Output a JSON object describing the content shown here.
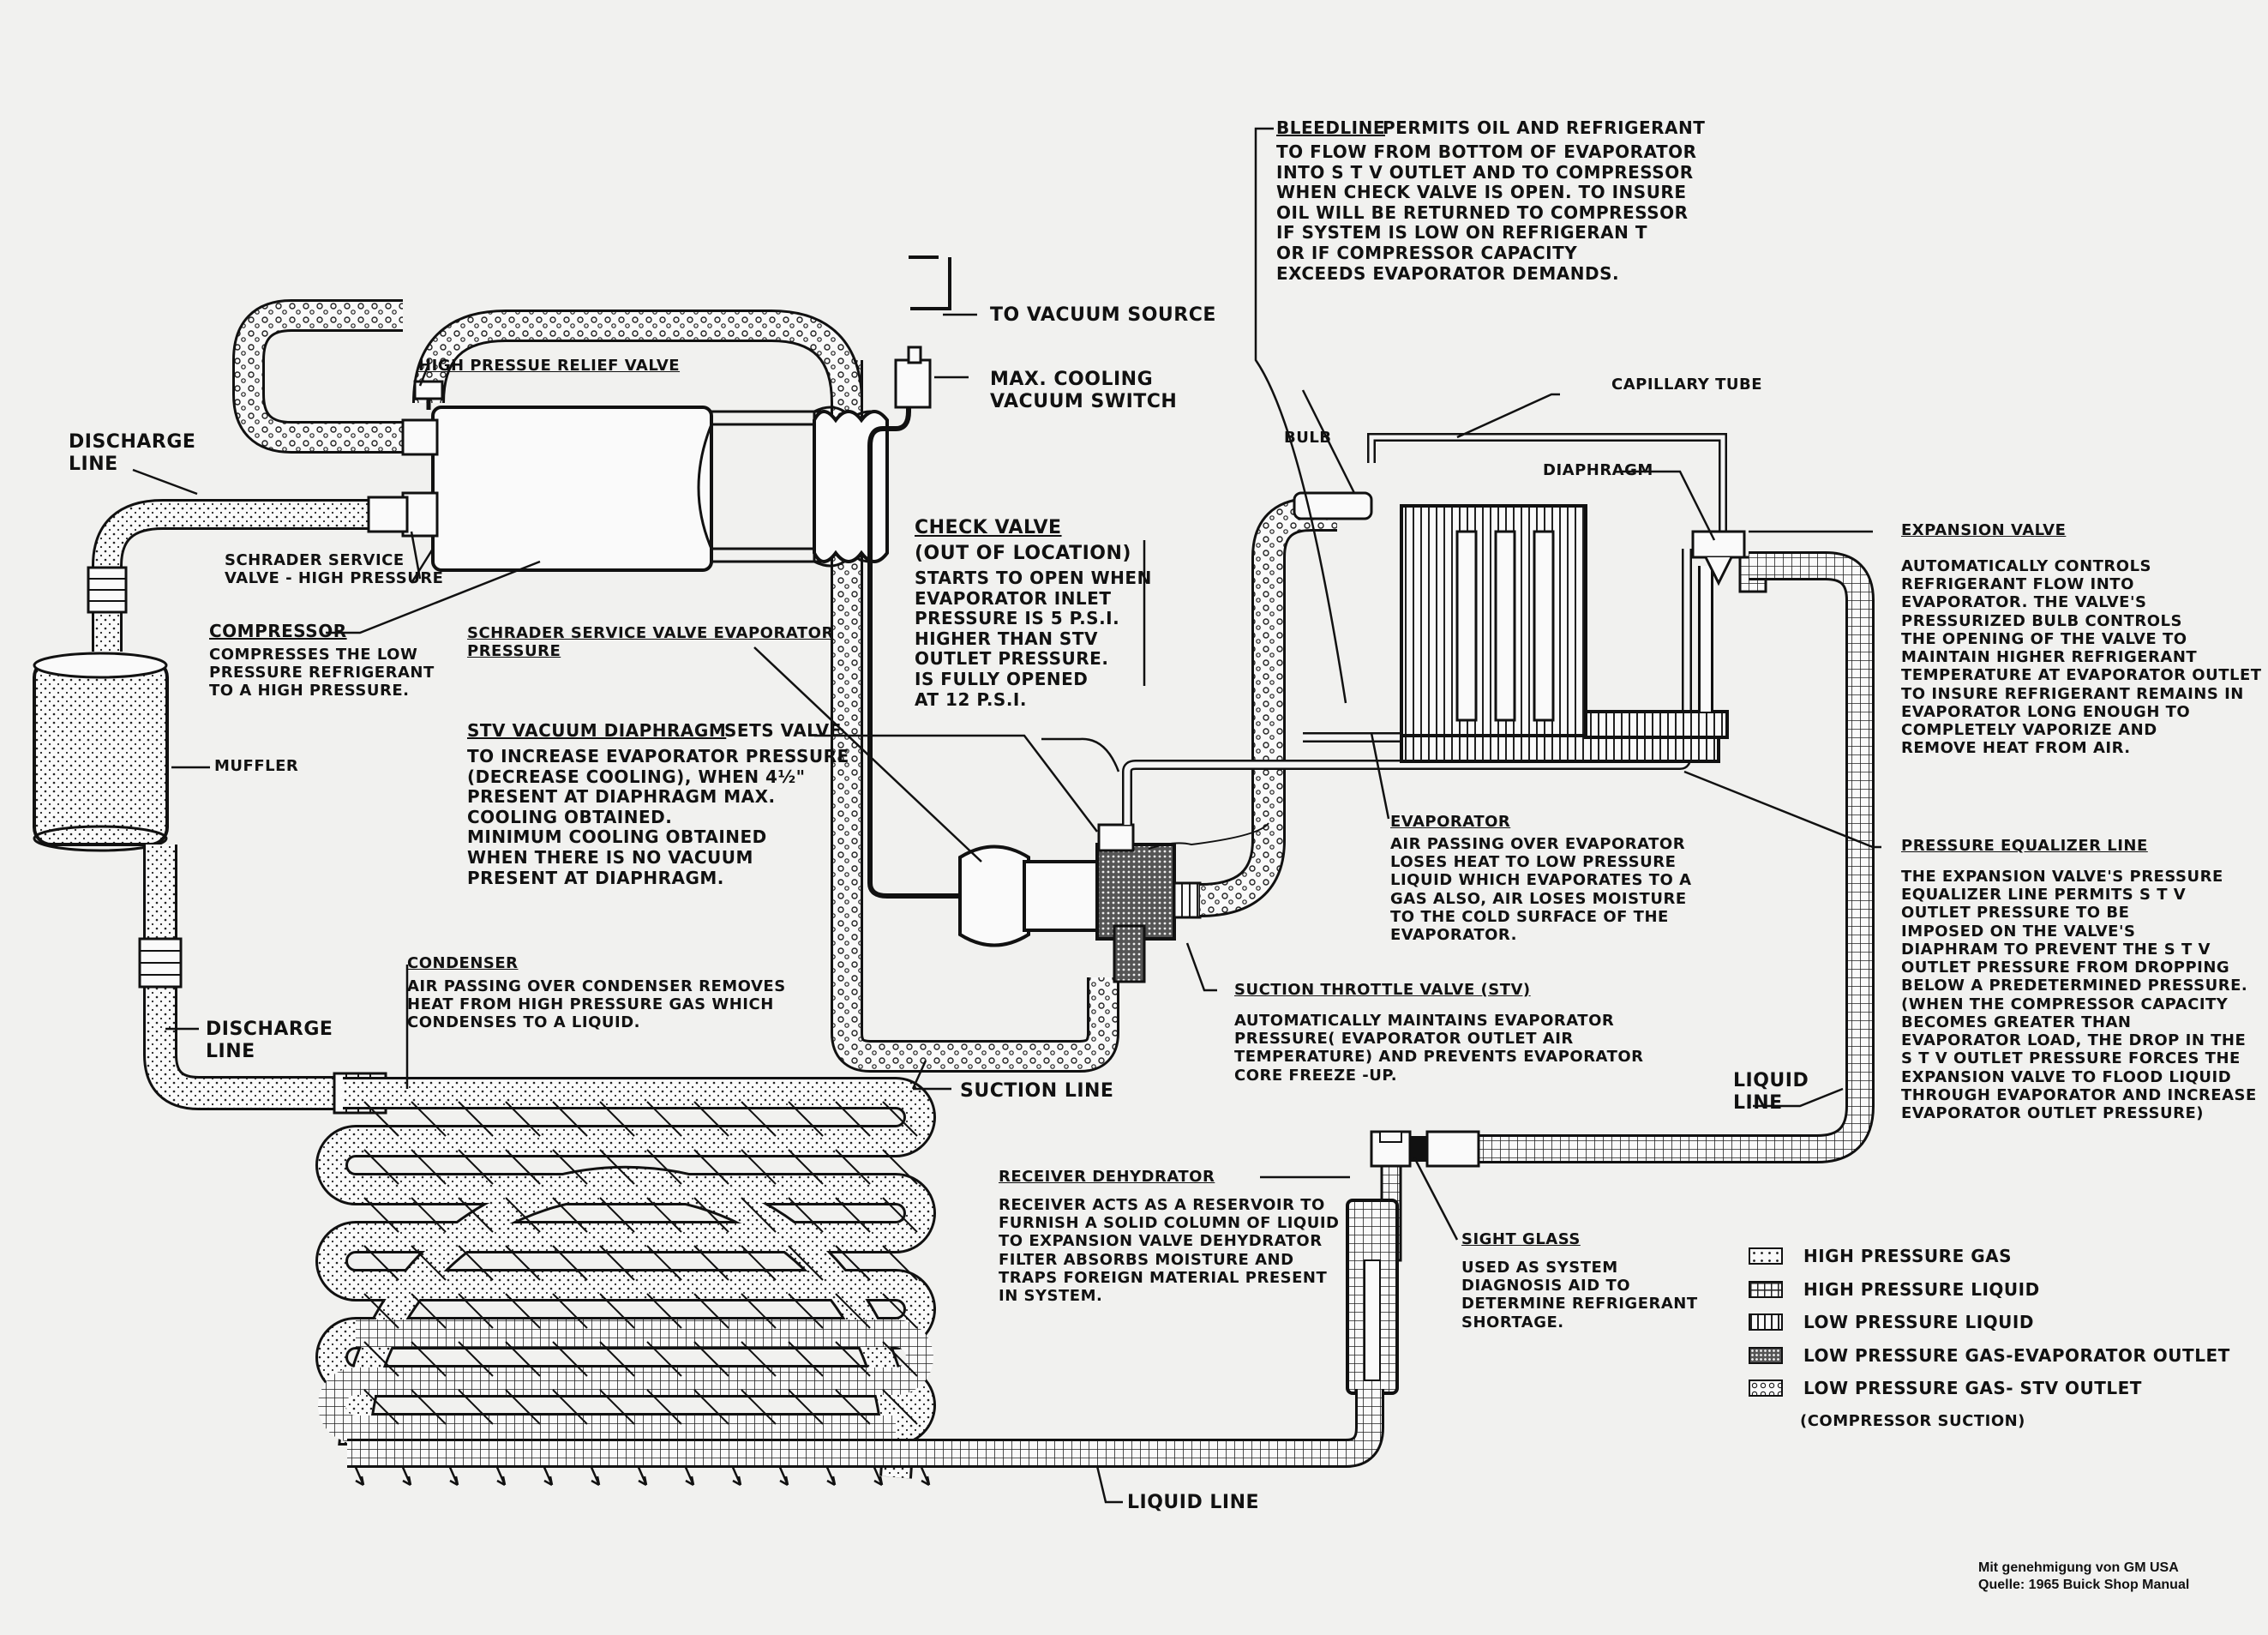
{
  "labels": {
    "discharge_line_top": "DISCHARGE\nLINE",
    "high_pressure_relief_valve": "HIGH PRESSUE RELIEF VALVE",
    "schrader_high": "SCHRADER SERVICE\nVALVE - HIGH PRESSURE",
    "compressor_title": "COMPRESSOR",
    "compressor_desc": "COMPRESSES THE LOW\nPRESSURE REFRIGERANT\nTO A HIGH PRESSURE.",
    "muffler": "MUFFLER",
    "discharge_line_bottom": "DISCHARGE\nLINE",
    "condenser_title": "CONDENSER",
    "condenser_desc": "AIR PASSING OVER CONDENSER REMOVES\nHEAT FROM HIGH PRESSURE GAS WHICH\nCONDENSES TO A LIQUID.",
    "to_vacuum_source": "TO VACUUM SOURCE",
    "max_cooling_switch": "MAX. COOLING\nVACUUM SWITCH",
    "check_valve_title": "CHECK VALVE",
    "check_valve_location": "(OUT OF LOCATION)",
    "check_valve_desc": "STARTS TO OPEN WHEN\nEVAPORATOR INLET\nPRESSURE IS 5 P.S.I.\nHIGHER THAN STV\nOUTLET PRESSURE.\nIS FULLY OPENED\nAT 12 P.S.I.",
    "schrader_evap_title": "SCHRADER SERVICE VALVE EVAPORATOR\nPRESSURE",
    "stv_diaphragm_title": "STV VACUUM DIAPHRAGM",
    "stv_diaphragm_lead": "SETS VALVE",
    "stv_diaphragm_desc": "TO INCREASE EVAPORATOR PRESSURE\n(DECREASE COOLING), WHEN 4½\"\nPRESENT AT DIAPHRAGM MAX.\nCOOLING OBTAINED.\nMINIMUM COOLING OBTAINED\nWHEN THERE IS NO VACUUM\nPRESENT AT DIAPHRAGM.",
    "suction_line": "SUCTION LINE",
    "bleedline_title": "BLEEDLINE",
    "bleedline_lead": "PERMITS OIL AND REFRIGERANT",
    "bleedline_desc": "TO FLOW FROM BOTTOM OF EVAPORATOR\nINTO S T V OUTLET AND TO COMPRESSOR\nWHEN CHECK VALVE IS OPEN. TO INSURE\nOIL WILL BE RETURNED TO COMPRESSOR\nIF SYSTEM IS LOW ON REFRIGERAN T\nOR IF COMPRESSOR CAPACITY\nEXCEEDS EVAPORATOR DEMANDS.",
    "capillary_tube": "CAPILLARY TUBE",
    "bulb": "BULB",
    "diaphragm": "DIAPHRAGM",
    "expansion_valve_title": "EXPANSION VALVE",
    "expansion_valve_desc": "AUTOMATICALLY CONTROLS\nREFRIGERANT FLOW INTO\nEVAPORATOR. THE VALVE'S\nPRESSURIZED BULB CONTROLS\nTHE OPENING OF THE VALVE TO\nMAINTAIN HIGHER REFRIGERANT\nTEMPERATURE AT EVAPORATOR OUTLET\nTO INSURE REFRIGERANT REMAINS IN\nEVAPORATOR LONG ENOUGH TO\nCOMPLETELY VAPORIZE AND\nREMOVE HEAT FROM AIR.",
    "evaporator_title": "EVAPORATOR",
    "evaporator_desc": "AIR PASSING OVER EVAPORATOR\nLOSES HEAT TO LOW PRESSURE\nLIQUID WHICH EVAPORATES TO A\nGAS ALSO, AIR LOSES MOISTURE\nTO THE COLD SURFACE OF THE\nEVAPORATOR.",
    "pressure_equalizer_title": "PRESSURE EQUALIZER LINE",
    "pressure_equalizer_desc": "THE EXPANSION VALVE'S PRESSURE\nEQUALIZER LINE PERMITS S T V\nOUTLET PRESSURE TO BE\nIMPOSED ON THE VALVE'S\nDIAPHRAM TO PREVENT THE S T V\nOUTLET PRESSURE FROM DROPPING\nBELOW A PREDETERMINED PRESSURE.\n(WHEN THE COMPRESSOR CAPACITY\nBECOMES GREATER THAN\nEVAPORATOR LOAD, THE DROP IN THE\nS T V OUTLET PRESSURE FORCES THE\nEXPANSION VALVE TO FLOOD LIQUID\nTHROUGH EVAPORATOR AND INCREASE\nEVAPORATOR OUTLET PRESSURE)",
    "stv_title": "SUCTION THROTTLE VALVE (STV)",
    "stv_desc": "AUTOMATICALLY MAINTAINS EVAPORATOR\nPRESSURE( EVAPORATOR OUTLET AIR\nTEMPERATURE) AND PREVENTS EVAPORATOR\nCORE FREEZE -UP.",
    "liquid_line_right": "LIQUID\nLINE",
    "receiver_title": "RECEIVER DEHYDRATOR",
    "receiver_desc": "RECEIVER ACTS AS A RESERVOIR TO\nFURNISH A SOLID COLUMN OF LIQUID\nTO EXPANSION VALVE DEHYDRATOR\nFILTER ABSORBS MOISTURE AND\nTRAPS FOREIGN MATERIAL PRESENT\nIN SYSTEM.",
    "sight_glass_title": "SIGHT GLASS",
    "sight_glass_desc": "USED AS SYSTEM\nDIAGNOSIS AID TO\nDETERMINE REFRIGERANT\nSHORTAGE.",
    "liquid_line_bottom": "LIQUID LINE"
  },
  "legend": [
    {
      "label": "HIGH PRESSURE GAS",
      "pattern": "dots"
    },
    {
      "label": "HIGH PRESSURE LIQUID",
      "pattern": "grid"
    },
    {
      "label": "LOW PRESSURE LIQUID",
      "pattern": "vlines"
    },
    {
      "label": "LOW PRESSURE GAS-EVAPORATOR OUTLET",
      "pattern": "dense"
    },
    {
      "label": "LOW PRESSURE GAS- STV OUTLET",
      "pattern": "circles"
    }
  ],
  "legend_note": "(COMPRESSOR SUCTION)",
  "credit": {
    "line1": "Mit genehmigung von GM USA",
    "line2": "Quelle: 1965 Buick Shop Manual"
  },
  "colors": {
    "ink": "#111111",
    "paper": "#f1f1ef"
  }
}
